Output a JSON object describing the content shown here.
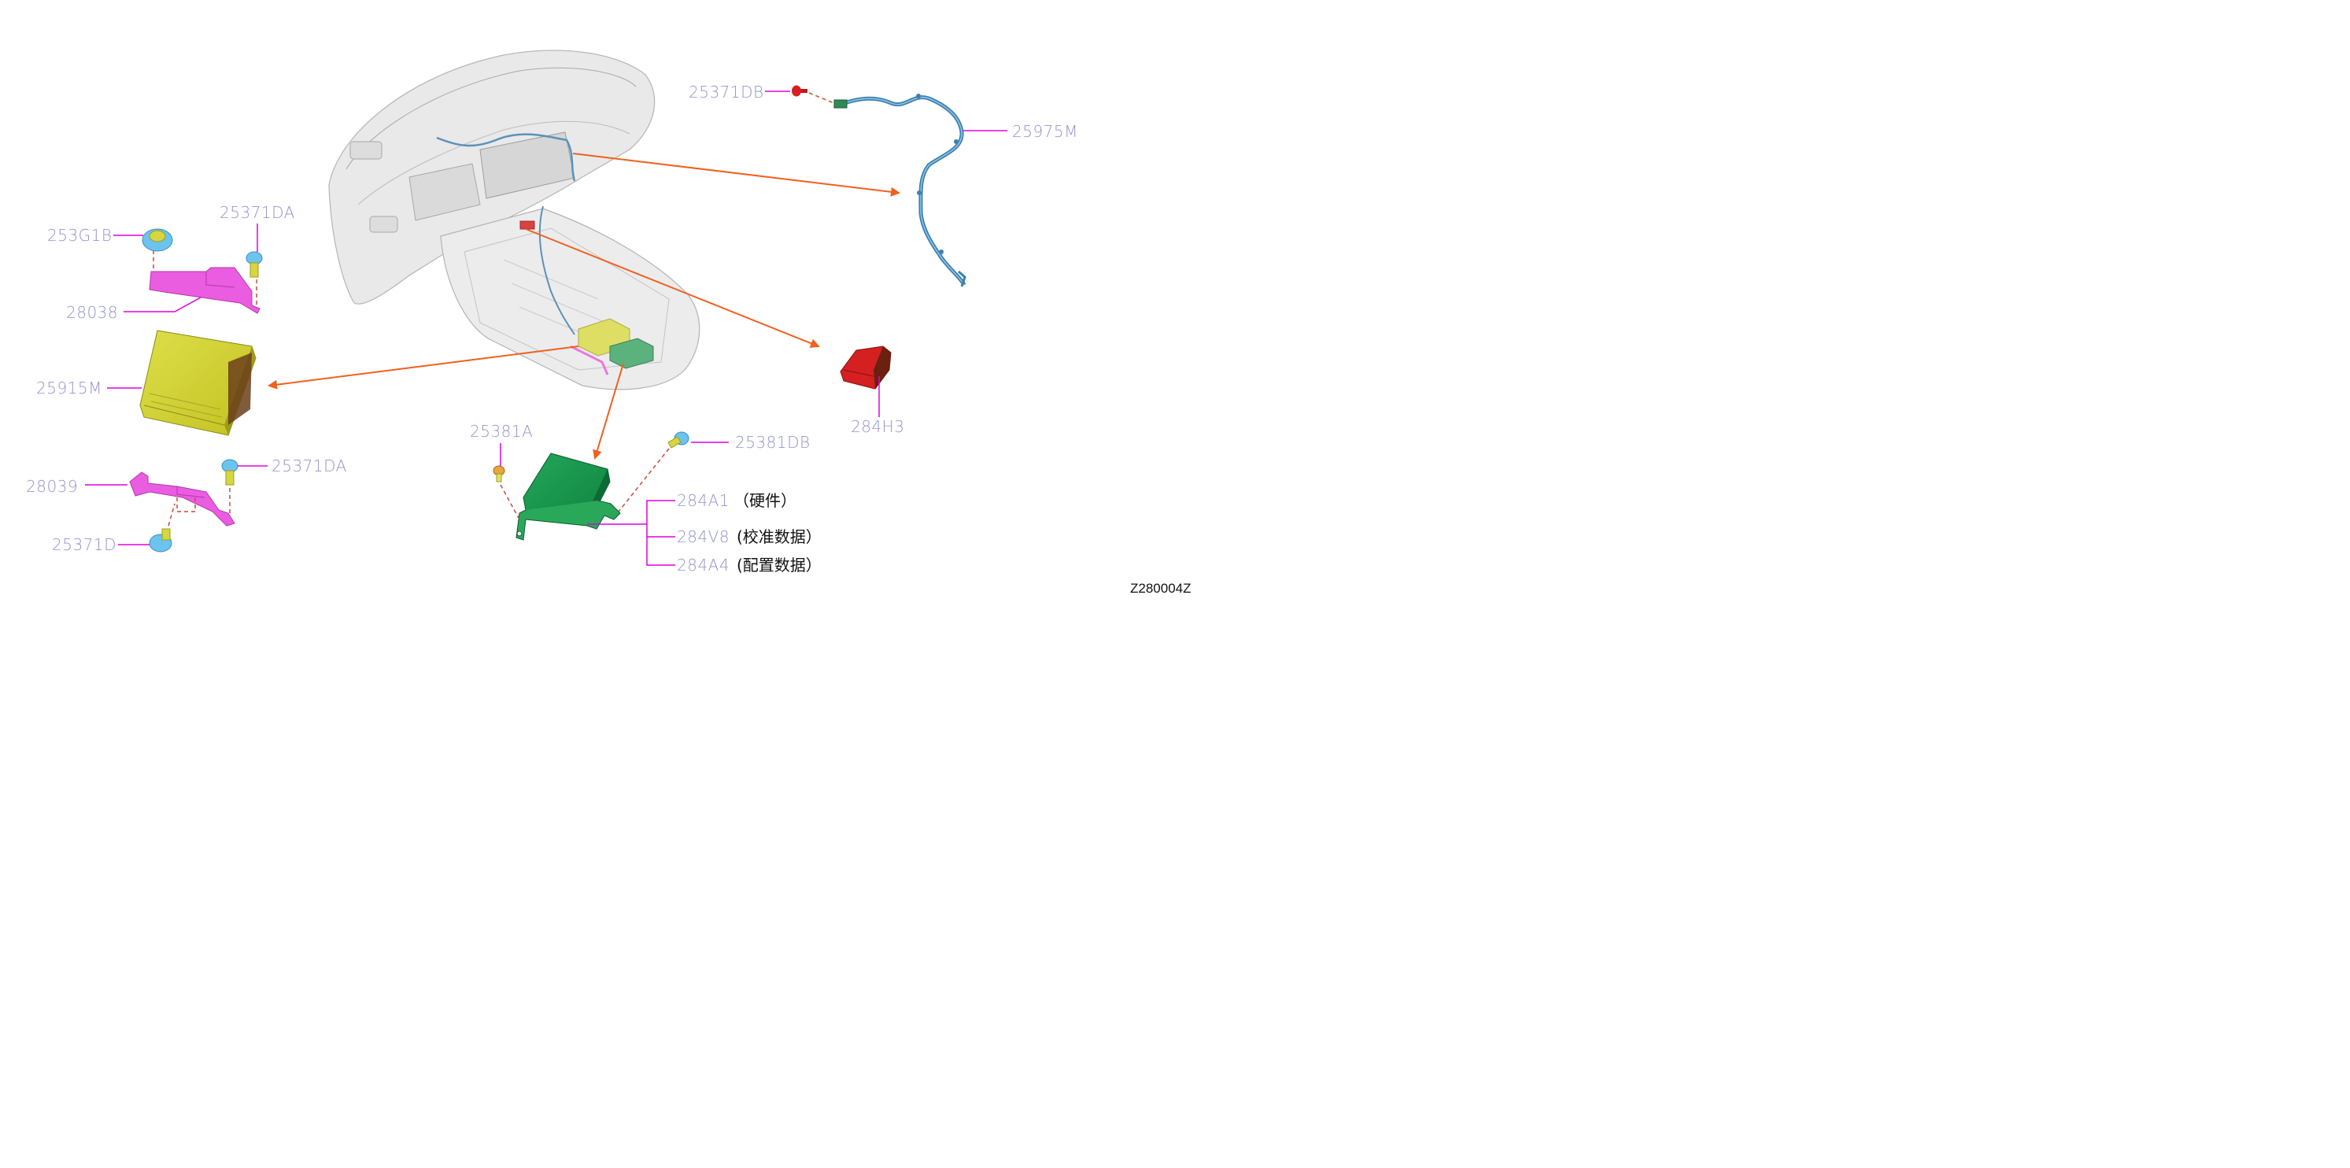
{
  "diagram": {
    "diagram_id": "Z280004Z",
    "colors": {
      "label": "#9393cd",
      "leader": "#e000e0",
      "arrow": "#f0601e",
      "dash": "#c84a3a",
      "yellow_unit": "#c9c92a",
      "green_unit": "#17904a",
      "magenta_bracket": "#ea5de0",
      "red_part": "#cc1c1c",
      "blue_fastener": "#6cc4ee",
      "harness": "#3f7fae",
      "dash_ghost": "#b8b8b8"
    },
    "parts": {
      "p25371DB_top": "25371DB",
      "p25975M": "25975M",
      "p253G1B": "253G1B",
      "p25371DA_top": "25371DA",
      "p28038": "28038",
      "p25915M": "25915M",
      "p284H3": "284H3",
      "p25381A": "25381A",
      "p25381DB": "25381DB",
      "p28039": "28039",
      "p25371DA_bottom": "25371DA",
      "p25371D": "25371D",
      "p284A1": "284A1",
      "p284V8": "284V8",
      "p284A4": "284A4"
    },
    "descriptions": {
      "p284A1": "（硬件）",
      "p284V8": "(校准数据）",
      "p284A4": "(配置数据）"
    },
    "icons": [
      "dashboard-assembly",
      "wire-harness",
      "control-unit-yellow",
      "control-unit-green",
      "bracket",
      "bolt",
      "clip",
      "connector"
    ]
  }
}
